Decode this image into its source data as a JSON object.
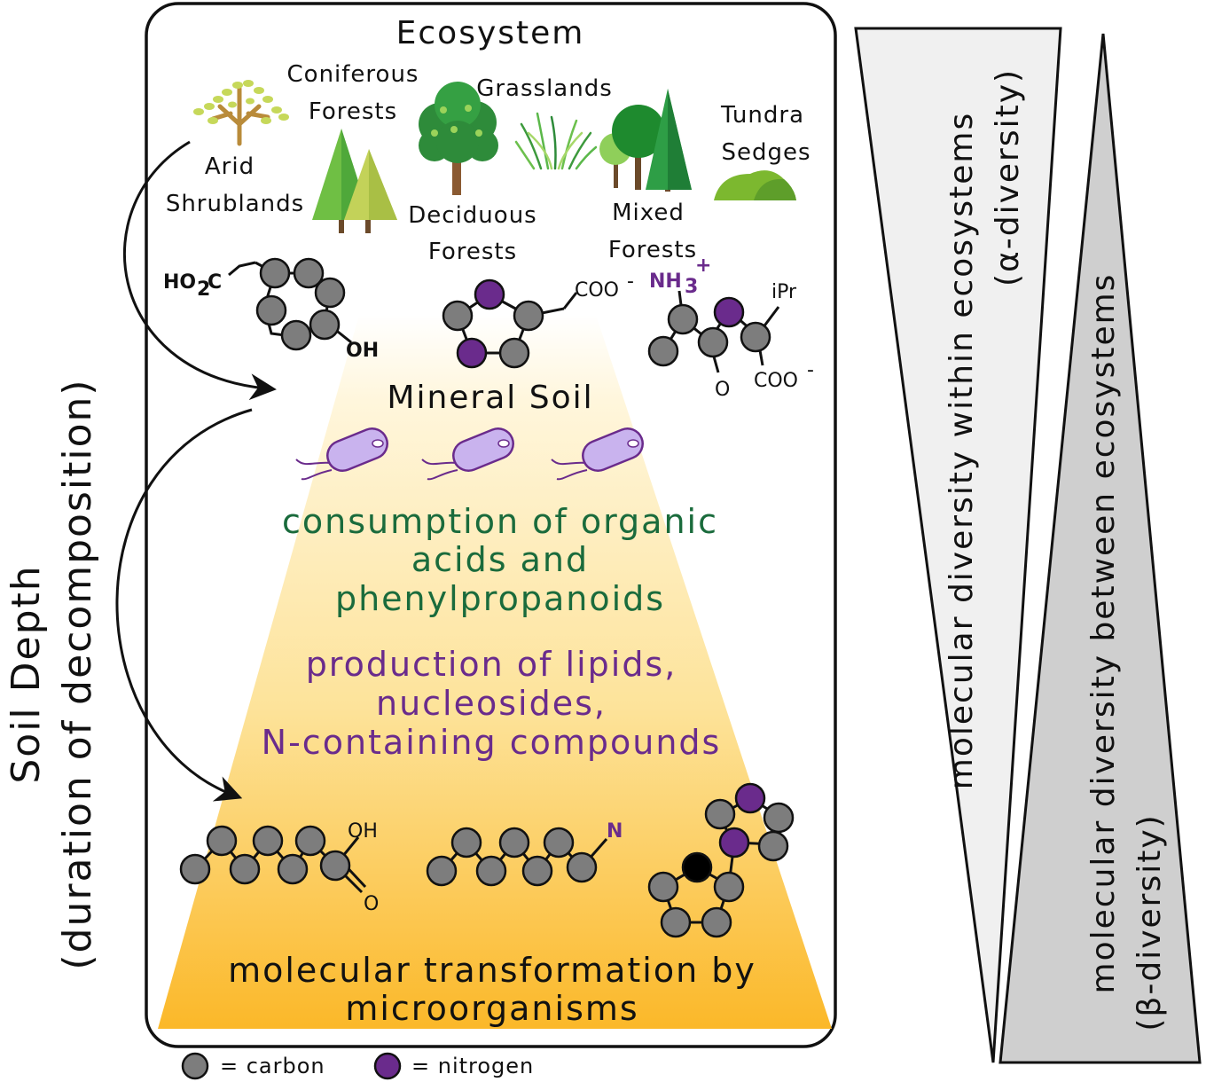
{
  "title": "Ecosystem",
  "ecosystems": {
    "coniferous": [
      "Coniferous",
      "Forests"
    ],
    "grasslands": "Grasslands",
    "arid": [
      "Arid",
      "Shrublands"
    ],
    "deciduous": [
      "Deciduous",
      "Forests"
    ],
    "mixed": [
      "Mixed",
      "Forests"
    ],
    "tundra": [
      "Tundra",
      "Sedges"
    ]
  },
  "mineral_soil": "Mineral Soil",
  "consumption": [
    "consumption of organic",
    "acids and",
    "phenylpropanoids"
  ],
  "production": [
    "production of lipids,",
    "nucleosides,",
    "N-containing compounds"
  ],
  "transformation": [
    "molecular transformation by",
    "microorganisms"
  ],
  "soil_depth": [
    "Soil Depth",
    "(duration of decomposition)"
  ],
  "alpha": [
    "molecular diversity within ecosystems",
    "(α-diversity)"
  ],
  "beta": [
    "molecular diversity between ecosystems",
    "(β-diversity)"
  ],
  "legend": {
    "carbon": "= carbon",
    "nitrogen": "= nitrogen"
  },
  "chem_labels": {
    "ho2c": "HO",
    "ho2c_sub": "2",
    "ho2c_c": "C",
    "oh1": "OH",
    "coo1": "COO",
    "coo1_sup": "-",
    "nh3": "NH",
    "nh3_sub": "3",
    "nh3_sup": "+",
    "ipr": "iPr",
    "o1": "O",
    "coo2": "COO",
    "coo2_sup": "-",
    "oh2": "OH",
    "o2": "O",
    "n1": "N"
  },
  "colors": {
    "green_text": "#1a6b3c",
    "purple_text": "#6a2b8c",
    "carbon": "#7d7d7d",
    "nitrogen": "#6a2b8c",
    "gradient_top": "#fffdf5",
    "gradient_bottom": "#fbb829",
    "triangle_alpha": "#f0f0f0",
    "triangle_beta": "#cfcfcf"
  }
}
